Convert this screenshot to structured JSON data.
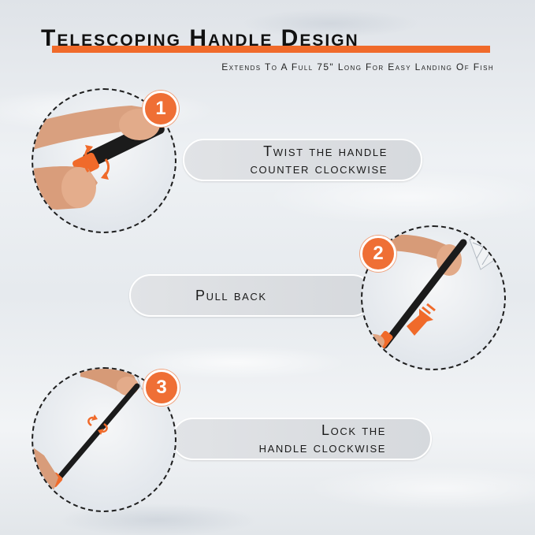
{
  "header": {
    "title": "Telescoping Handle Design",
    "subtitle": "Extends To A Full 75\" Long For Easy Landing Of Fish"
  },
  "steps": [
    {
      "number": "1",
      "lines": [
        "Twist the handle",
        "counter clockwise"
      ]
    },
    {
      "number": "2",
      "lines": [
        "Pull back"
      ]
    },
    {
      "number": "3",
      "lines": [
        "Lock the",
        "handle clockwise"
      ]
    }
  ],
  "colors": {
    "accent": "#f06a2a",
    "handle": "#1b1b1b",
    "text": "#111111"
  },
  "icons": {
    "step1": "twist-rotation-arrow-icon",
    "step2": "pull-back-arrow-icon",
    "step3": "lock-rotation-arrow-icon"
  }
}
